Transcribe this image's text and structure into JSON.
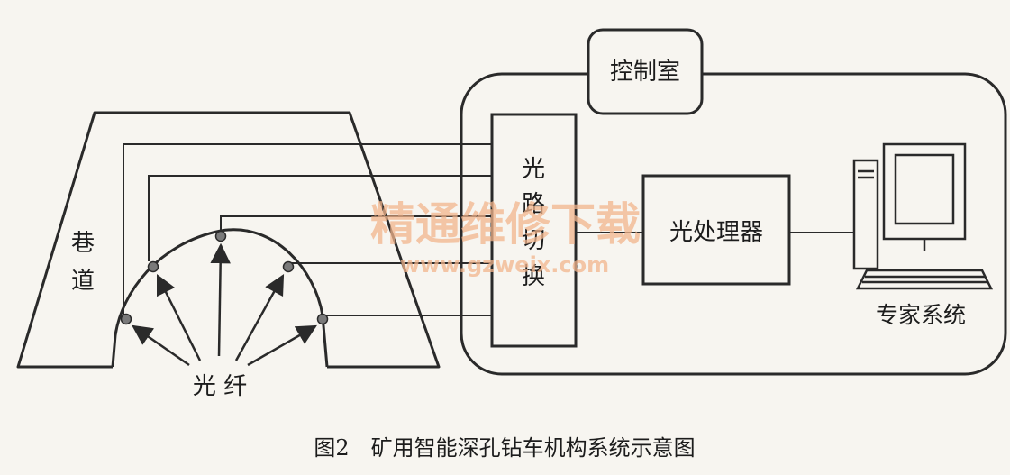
{
  "diagram": {
    "labels": {
      "control_room": "控制室",
      "optical_switch": [
        "光",
        "路",
        "切",
        "换"
      ],
      "optical_processor": "光处理器",
      "expert_system": "专家系统",
      "tunnel": [
        "巷",
        "道"
      ],
      "fiber": "光 纤"
    },
    "caption": "图2　矿用智能深孔钻车机构系统示意图",
    "watermark": {
      "title": "精通维修下载",
      "url": "www.gzweix.com",
      "color": "#f2b48c"
    },
    "colors": {
      "stroke": "#2a2a2a",
      "background": "#f7f5f0",
      "node": "#7a7a7a"
    }
  }
}
